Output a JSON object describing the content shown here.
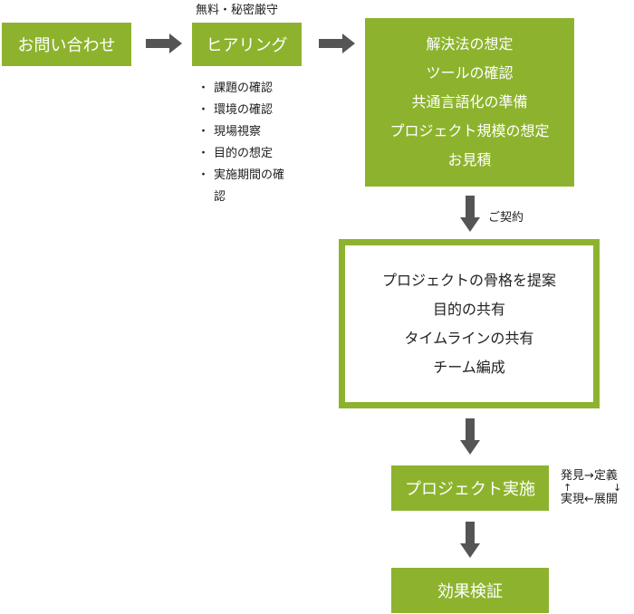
{
  "steps": {
    "inquiry": "お問い合わせ",
    "hearing": "ヒアリング",
    "implementation": "プロジェクト実施",
    "verification": "効果検証"
  },
  "hearing_note": "無料・秘密厳守",
  "hearing_items": [
    "課題の確認",
    "環境の確認",
    "現場視察",
    "目的の想定",
    "実施期間の確認"
  ],
  "proposal_lines": [
    "解決法の想定",
    "ツールの確認",
    "共通言語化の準備",
    "プロジェクト規模の想定",
    "お見積"
  ],
  "contract_label": "ご契約",
  "kickoff_lines": [
    "プロジェクトの骨格を提案",
    "目的の共有",
    "タイムラインの共有",
    "チーム編成"
  ],
  "cycle": {
    "discover": "発見",
    "define": "定義",
    "realize": "実現",
    "expand": "展開",
    "arrow_right": "→",
    "arrow_left": "←",
    "arrow_up": "↑",
    "arrow_down": "↓"
  },
  "colors": {
    "accent": "#8db32e",
    "arrow": "#555555"
  }
}
